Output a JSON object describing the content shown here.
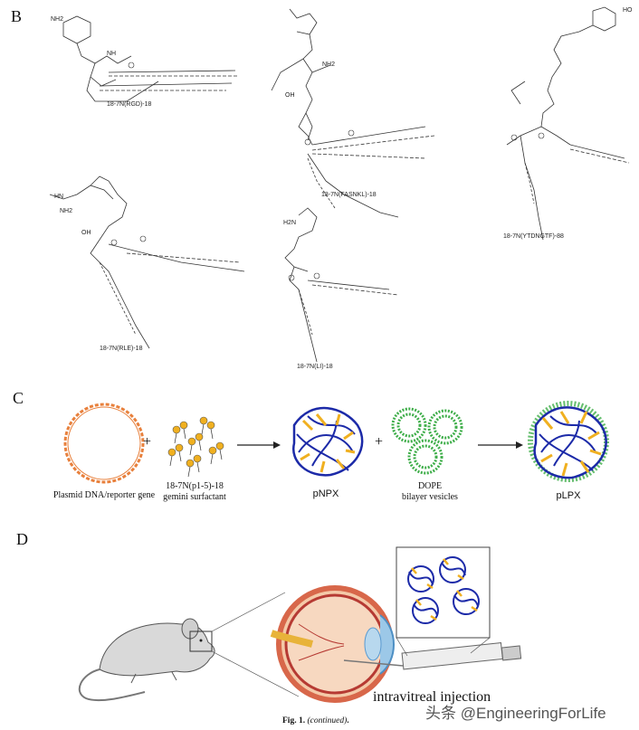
{
  "panels": {
    "b": "B",
    "c": "C",
    "d": "D"
  },
  "panel_b": {
    "molecules": [
      "18-7N(RGD)-18",
      "18-7N(FASNKL)-18",
      "18-7N(YTDNGTF)-88",
      "18-7N(RLE)-18",
      "18-7N(LI)-18"
    ],
    "atom_labels": [
      "NH2",
      "NH",
      "OH",
      "NH2",
      "H2N",
      "HN",
      "NH2",
      "OH",
      "HO"
    ]
  },
  "panel_c": {
    "plasmid_label": "Plasmid DNA/reporter gene",
    "plus1": "+",
    "surfactant_label_1": "18-7N(p1-5)-18",
    "surfactant_label_2": "gemini surfactant",
    "pnpx_label": "pNPX",
    "plus2": "+",
    "dope_label_1": "DOPE",
    "dope_label_2": "bilayer vesicles",
    "plpx_label": "pLPX"
  },
  "panel_d": {
    "injection_label": "intravitreal injection"
  },
  "caption": {
    "fig": "Fig. 1.",
    "cont": "(continued)",
    "tail": "."
  },
  "watermark": "头条 @EngineeringForLife",
  "colors": {
    "plasmid": "#e8803c",
    "dna": "#1c2aa8",
    "surfactant": "#f0b020",
    "vesicle": "#3fae4a",
    "eye": "#c8473c"
  }
}
